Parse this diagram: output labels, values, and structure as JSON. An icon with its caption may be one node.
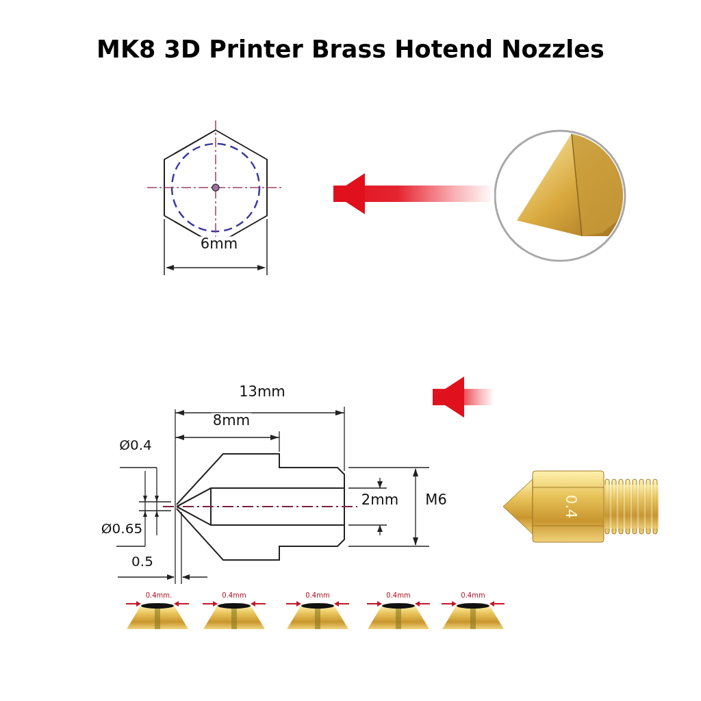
{
  "diagram": {
    "title": "MK8 3D Printer Brass Hotend Nozzles",
    "nodes": [
      {
        "text": [],
        "shape": "picture"
      },
      {
        "text": [],
        "shape": "picture"
      },
      {
        "text": [],
        "shape": "picture"
      },
      {
        "text": [],
        "shape": "picture"
      }
    ],
    "edges": [
      {
        "from": 1,
        "to": 0,
        "arrow": "to"
      },
      {
        "from": null,
        "to": 2,
        "arrow": "to"
      }
    ],
    "labels": [
      "6mm",
      "13mm",
      "8mm",
      "Ø0.4",
      "2mm",
      "M6",
      "Ø0.65",
      "0.5",
      "0.4",
      "0.4mm.",
      "0.4mm",
      "0.4mm",
      "0.4mm",
      "0.4mm"
    ]
  }
}
